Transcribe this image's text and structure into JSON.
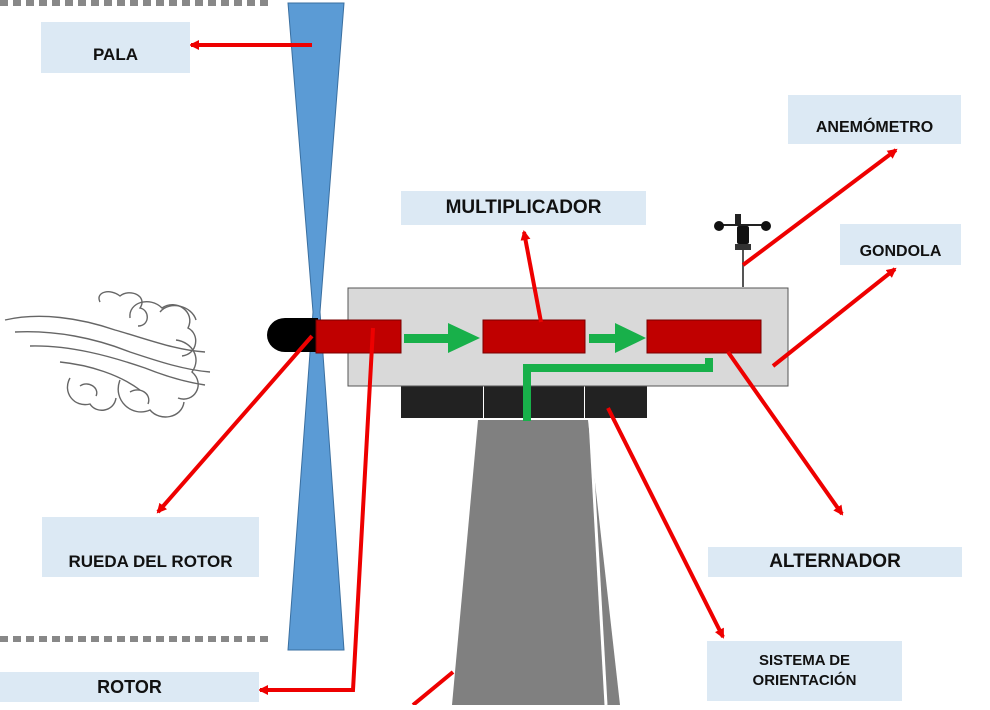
{
  "labels": {
    "pala": "PALA",
    "anemometro": "ANEMÓMETRO",
    "multiplicador": "MULTIPLICADOR",
    "gondola": "GONDOLA",
    "rueda_del_rotor": "RUEDA DEL ROTOR",
    "alternador": "ALTERNADOR",
    "sistema_line1": "SISTEMA DE",
    "sistema_line2": "ORIENTACIÓN",
    "rotor": "ROTOR"
  },
  "colors": {
    "label_bg": "#dce9f4",
    "pointer_arrow": "#ee0000",
    "energy_flow": "#18b04a",
    "component_red": "#c00000",
    "nacelle_fill": "#d9d9d9",
    "blade": "#5b9bd5",
    "tower": "#808080",
    "base_block": "#222222"
  },
  "icons": {
    "wind": "wind-gust-icon",
    "anemometer": "anemometer-icon"
  }
}
